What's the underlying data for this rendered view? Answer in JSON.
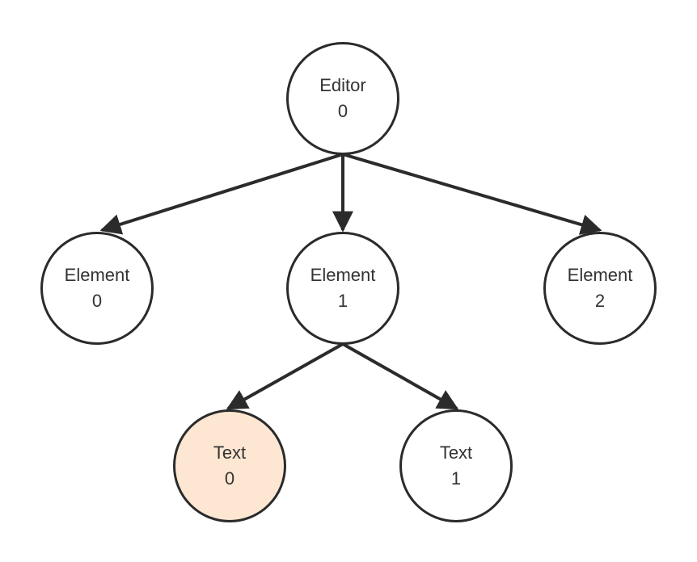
{
  "diagram": {
    "nodes": [
      {
        "id": "editor",
        "name": "Editor",
        "index": "0"
      },
      {
        "id": "element-0",
        "name": "Element",
        "index": "0"
      },
      {
        "id": "element-1",
        "name": "Element",
        "index": "1"
      },
      {
        "id": "element-2",
        "name": "Element",
        "index": "2"
      },
      {
        "id": "text-0",
        "name": "Text",
        "index": "0",
        "highlighted": true
      },
      {
        "id": "text-1",
        "name": "Text",
        "index": "1"
      }
    ],
    "edges": [
      {
        "from": "editor",
        "to": "element-0"
      },
      {
        "from": "editor",
        "to": "element-1"
      },
      {
        "from": "editor",
        "to": "element-2"
      },
      {
        "from": "element-1",
        "to": "text-0"
      },
      {
        "from": "element-1",
        "to": "text-1"
      }
    ],
    "colors": {
      "stroke": "#2b2b2b",
      "text": "#333333",
      "node_fill": "#ffffff",
      "highlight_fill": "#fde7d2"
    }
  }
}
